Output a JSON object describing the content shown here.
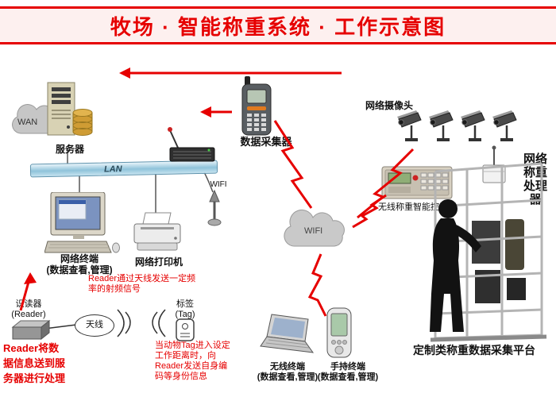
{
  "title": "牧场 · 智能称重系统 · 工作示意图",
  "labels": {
    "wan": "WAN",
    "server": "服务器",
    "lan": "LAN",
    "wifi_antenna": "WIFI",
    "data_collector": "数据采集器",
    "network_camera": "网络摄像头",
    "weighing_processor": "网络称重处理器",
    "wireless_controller": "无线称重智能控制器",
    "network_terminal": "网络终端",
    "network_terminal_sub": "(数据查看,管理)",
    "network_printer": "网络打印机",
    "reader": "识读器",
    "reader_sub": "(Reader)",
    "antenna": "天线",
    "tag": "标签",
    "tag_sub": "(Tag)",
    "wifi_cloud": "WIFI",
    "wireless_terminal": "无线终端",
    "wireless_terminal_sub": "(数据查看,管理)",
    "handheld_terminal": "手持终端",
    "handheld_terminal_sub": "(数据查看,管理)",
    "platform": "定制类称重数据采集平台"
  },
  "annotations": {
    "reader_rf": "Reader通过天线发送一定频率的射频信号",
    "reader_to_server": "Reader将数据信息送到服务器进行处理",
    "tag_behavior": "当动物Tag进入设定工作距离时，向Reader发送自身编码等身份信息"
  },
  "colors": {
    "accent_red": "#e60000"
  }
}
